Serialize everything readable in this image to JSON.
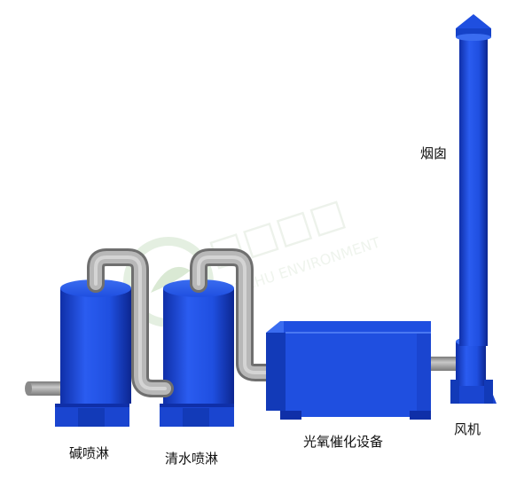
{
  "labels": {
    "alkali_scrubber": "碱喷淋",
    "water_scrubber": "清水喷淋",
    "photo_oxidation": "光氧催化设备",
    "fan": "风机",
    "chimney": "烟囱"
  },
  "colors": {
    "equipment": "#1f4fe0",
    "equipment_dark": "#0f2fa8",
    "equipment_light": "#3a6cf0",
    "pipe": "#a8a8a8",
    "pipe_dark": "#6f6f6f",
    "watermark": "#d8e8d4"
  }
}
